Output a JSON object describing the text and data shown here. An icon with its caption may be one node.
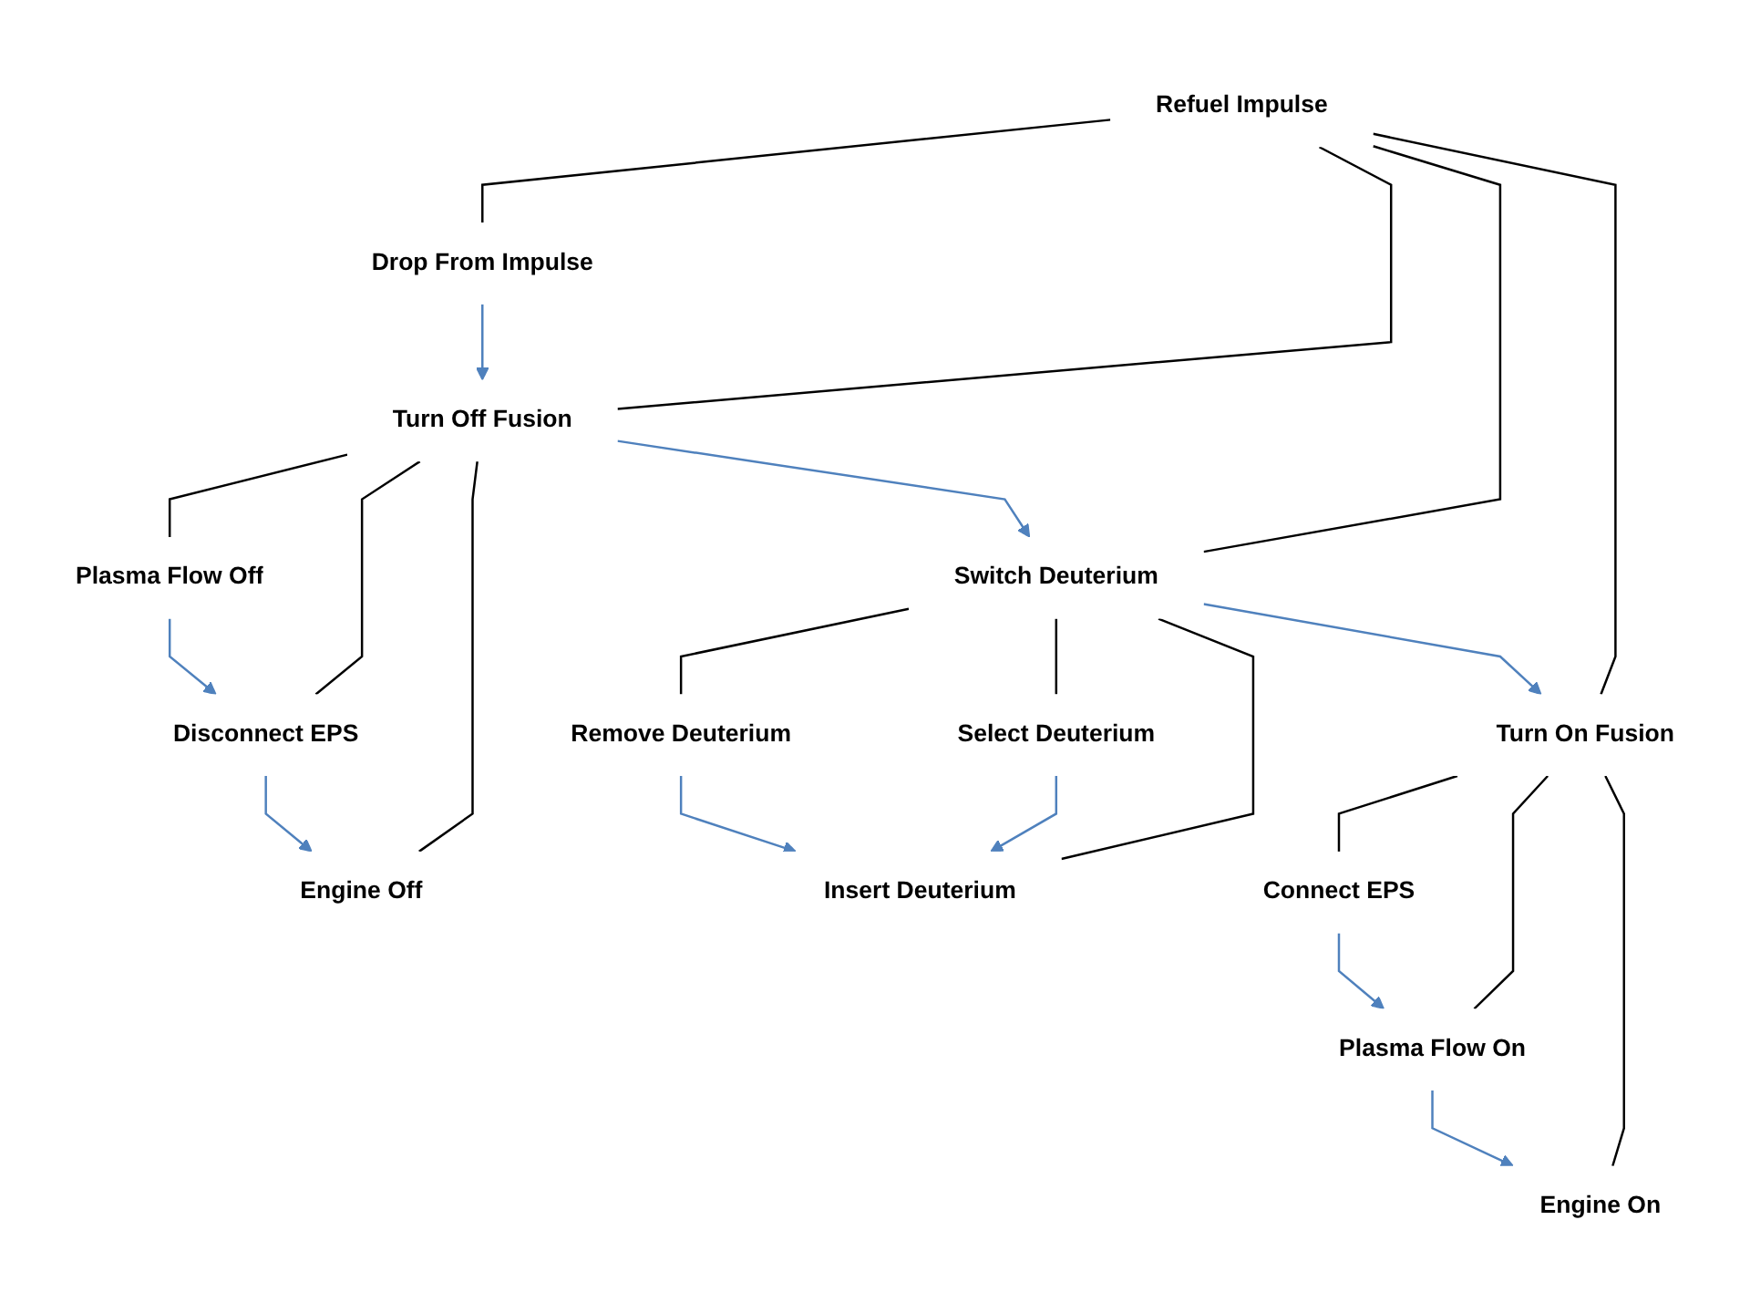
{
  "diagram": {
    "nodes": [
      {
        "text": [
          "Refuel Impulse"
        ]
      },
      {
        "text": [
          "Drop From Impulse"
        ]
      },
      {
        "text": [
          "Turn Off Fusion"
        ]
      },
      {
        "text": [
          "Switch Deuterium"
        ]
      },
      {
        "text": [
          "Turn On Fusion"
        ]
      },
      {
        "text": [
          "Plasma Flow Off"
        ]
      },
      {
        "text": [
          "Disconnect EPS"
        ]
      },
      {
        "text": [
          "Engine Off"
        ]
      },
      {
        "text": [
          "Remove Deuterium"
        ]
      },
      {
        "text": [
          "Select Deuterium"
        ]
      },
      {
        "text": [
          "Insert Deuterium"
        ]
      },
      {
        "text": [
          "Connect EPS"
        ]
      },
      {
        "text": [
          "Plasma Flow On"
        ]
      },
      {
        "text": [
          "Engine On"
        ]
      }
    ],
    "edges": [
      {
        "from": 0,
        "to": 1,
        "arrow": "none"
      },
      {
        "from": 0,
        "to": 2,
        "arrow": "none"
      },
      {
        "from": 0,
        "to": 3,
        "arrow": "none"
      },
      {
        "from": 0,
        "to": 4,
        "arrow": "none"
      },
      {
        "from": 1,
        "to": 2,
        "arrow": "to",
        "color": "#4f81bd"
      },
      {
        "from": 2,
        "to": 3,
        "arrow": "to",
        "color": "#4f81bd"
      },
      {
        "from": 3,
        "to": 4,
        "arrow": "to",
        "color": "#4f81bd"
      },
      {
        "from": 2,
        "to": 5,
        "arrow": "none"
      },
      {
        "from": 2,
        "to": 6,
        "arrow": "none"
      },
      {
        "from": 2,
        "to": 7,
        "arrow": "none"
      },
      {
        "from": 5,
        "to": 6,
        "arrow": "to",
        "color": "#4f81bd"
      },
      {
        "from": 6,
        "to": 7,
        "arrow": "to",
        "color": "#4f81bd"
      },
      {
        "from": 3,
        "to": 8,
        "arrow": "none"
      },
      {
        "from": 3,
        "to": 9,
        "arrow": "none"
      },
      {
        "from": 3,
        "to": 10,
        "arrow": "none"
      },
      {
        "from": 9,
        "to": 10,
        "arrow": "to",
        "color": "#4f81bd"
      },
      {
        "from": 8,
        "to": 10,
        "arrow": "to",
        "color": "#4f81bd"
      },
      {
        "from": 4,
        "to": 11,
        "arrow": "none"
      },
      {
        "from": 4,
        "to": 12,
        "arrow": "none"
      },
      {
        "from": 4,
        "to": 13,
        "arrow": "none"
      },
      {
        "from": 11,
        "to": 12,
        "arrow": "to",
        "color": "#4f81bd"
      },
      {
        "from": 12,
        "to": 13,
        "arrow": "to",
        "color": "#4f81bd"
      }
    ]
  }
}
